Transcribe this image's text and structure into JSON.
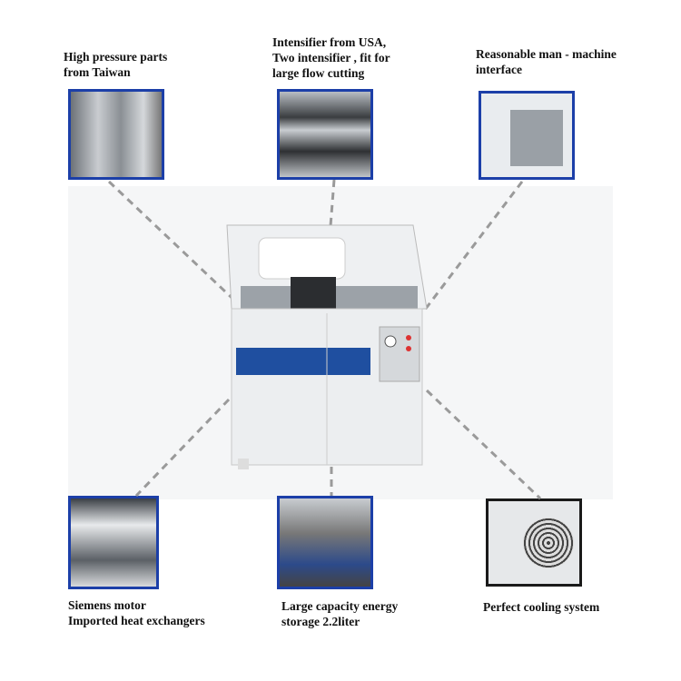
{
  "captions": {
    "top_left": "High pressure parts\nfrom Taiwan",
    "top_center": "Intensifier from USA,\nTwo intensifier , fit for\nlarge flow cutting",
    "top_right": "Reasonable man - machine\ninterface",
    "bottom_left": "Siemens motor\nImported heat exchangers",
    "bottom_center": "Large capacity energy\nstorage 2.2liter",
    "bottom_right": "Perfect cooling system"
  },
  "colors": {
    "frame": "#1c3fa8",
    "dash": "#9a9a9a",
    "machine": "#eceef0",
    "label_panel": "#1f4fa0"
  }
}
